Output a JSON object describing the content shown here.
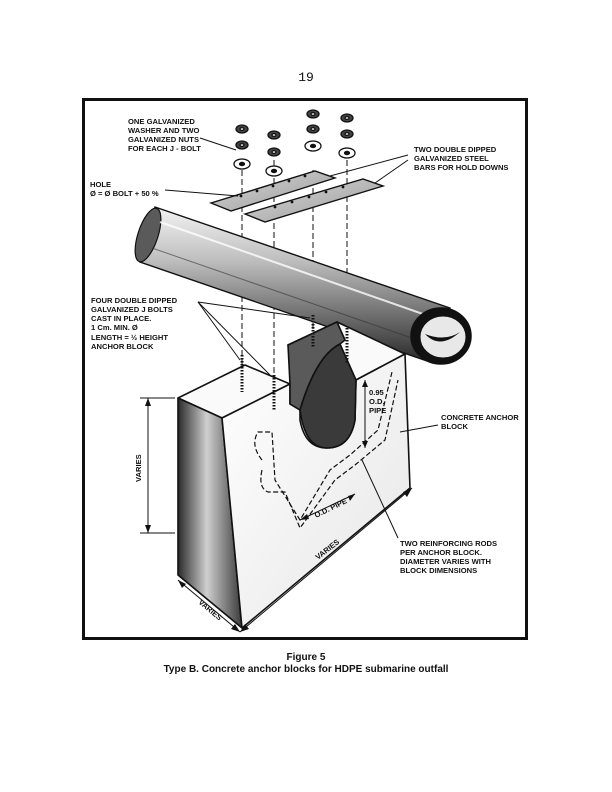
{
  "page_number": "19",
  "figure": {
    "number": "Figure 5",
    "caption": "Type B. Concrete anchor blocks for HDPE submarine outfall"
  },
  "labels": {
    "washers": [
      "ONE GALVANIZED",
      "WASHER AND TWO",
      "GALVANIZED NUTS",
      "FOR EACH J - BOLT"
    ],
    "steel_bars": [
      "TWO DOUBLE DIPPED",
      "GALVANIZED STEEL",
      "BARS FOR HOLD DOWNS"
    ],
    "hole": [
      "HOLE",
      "Ø = Ø BOLT + 50 %"
    ],
    "j_bolts": [
      "FOUR DOUBLE DIPPED",
      "GALVANIZED J BOLTS",
      "CAST IN PLACE.",
      "1 Cm. MIN. Ø",
      "LENGTH = ½ HEIGHT",
      "ANCHOR BLOCK"
    ],
    "pipe_ratio": [
      "0.95",
      "O.D.",
      "PIPE"
    ],
    "anchor_block": [
      "CONCRETE ANCHOR",
      "BLOCK"
    ],
    "od_pipe": "O.D. PIPE",
    "rods": [
      "TWO REINFORCING RODS",
      "PER ANCHOR BLOCK.",
      "DIAMETER VARIES WITH",
      "BLOCK DIMENSIONS"
    ],
    "varies_height": "VARIES",
    "varies_length": "VARIES",
    "varies_width": "VARIES"
  }
}
